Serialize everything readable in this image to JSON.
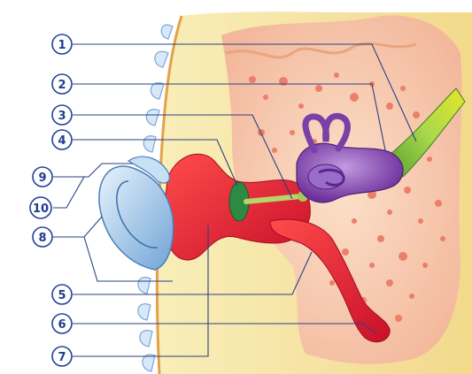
{
  "diagram": {
    "labels": [
      {
        "id": "1",
        "text": "1"
      },
      {
        "id": "2",
        "text": "2"
      },
      {
        "id": "3",
        "text": "3"
      },
      {
        "id": "4",
        "text": "4"
      },
      {
        "id": "5",
        "text": "5"
      },
      {
        "id": "6",
        "text": "6"
      },
      {
        "id": "7",
        "text": "7"
      },
      {
        "id": "8",
        "text": "8"
      },
      {
        "id": "9",
        "text": "9"
      },
      {
        "id": "10",
        "text": "10"
      }
    ]
  },
  "colors": {
    "skin": "#f6e7a6",
    "bone": "#f8cdb5",
    "bone_marrow": "#ee8a73",
    "canal": "#e8202f",
    "tympanic_membrane": "#2d8a43",
    "ossicles": "#8f78c8",
    "inner_ear": "#7b3fa8",
    "nerve": "#86c23a",
    "pinna": "#a9cdee",
    "ink": "#22409a"
  }
}
